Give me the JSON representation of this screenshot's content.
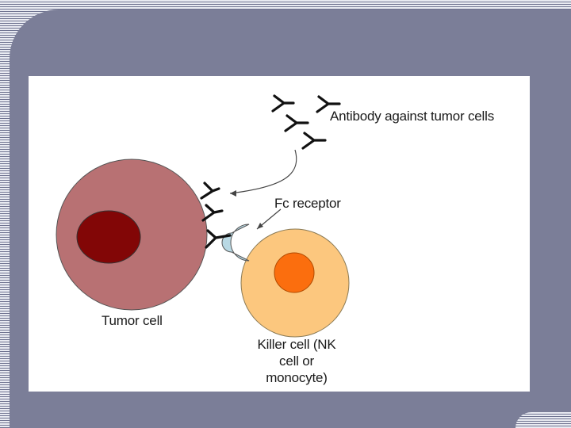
{
  "diagram": {
    "labels": {
      "antibody": "Antibody against tumor cells",
      "fc_receptor": "Fc receptor",
      "tumor_cell": "Tumor cell",
      "killer_cell": [
        "Killer cell (NK",
        "cell or",
        "monocyte)"
      ]
    },
    "colors": {
      "tumor_cytoplasm": "#b87173",
      "tumor_nucleus": "#820606",
      "killer_cytoplasm": "#fcc77e",
      "killer_nucleus": "#fb6e0e",
      "fc_receptor": "#b9d9e4",
      "frame": "#7b7e98",
      "slide": "#ffffff"
    }
  }
}
